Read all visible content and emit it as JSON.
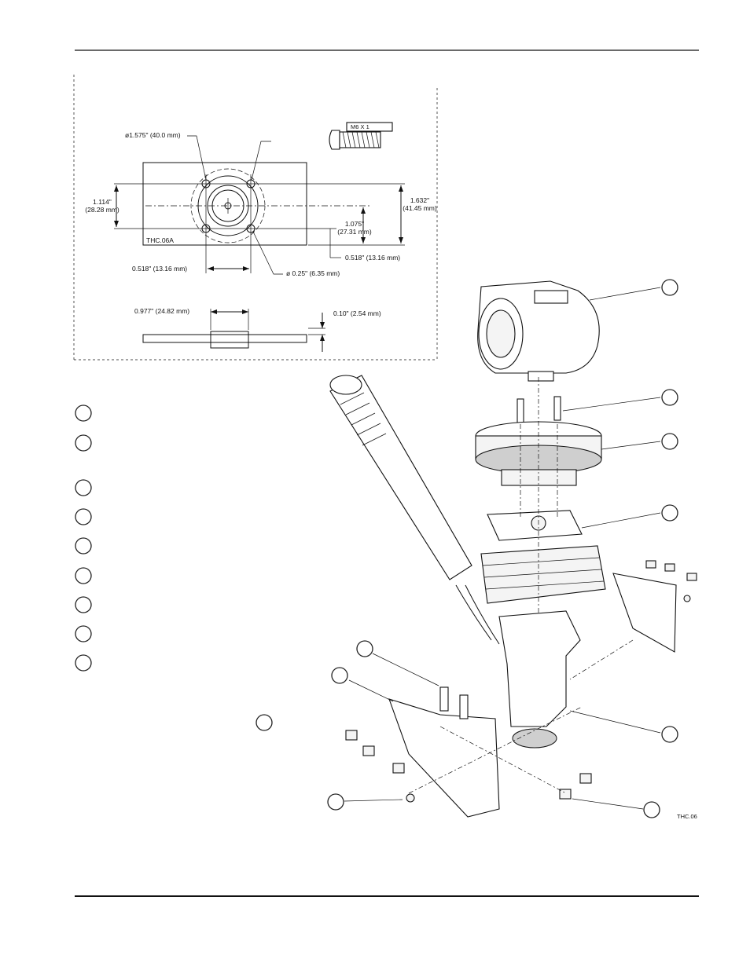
{
  "drawing": {
    "dim_bolt_circle": "ø1.575\" (40.0 mm)",
    "dim_screw": "M6 X 1",
    "dim_left_vertical_in": "1.114\"",
    "dim_left_vertical_mm": "(28.28 mm)",
    "dim_right_vertical_in": "1.632\"",
    "dim_right_vertical_mm": "(41.45 mm)",
    "dim_inner_vertical_in": "1.075\"",
    "dim_inner_vertical_mm": "(27.31 mm)",
    "dim_right_offset": "0.518\" (13.16 mm)",
    "dim_left_offset": "0.518\" (13.16 mm)",
    "dim_hole": "ø 0.25\" (6.35 mm)",
    "plate_label": "THC.06A",
    "dim_boss_width": "0.977\" (24.82 mm)",
    "dim_thickness": "0.10\" (2.54 mm)",
    "exploded_label": "THC.06"
  }
}
